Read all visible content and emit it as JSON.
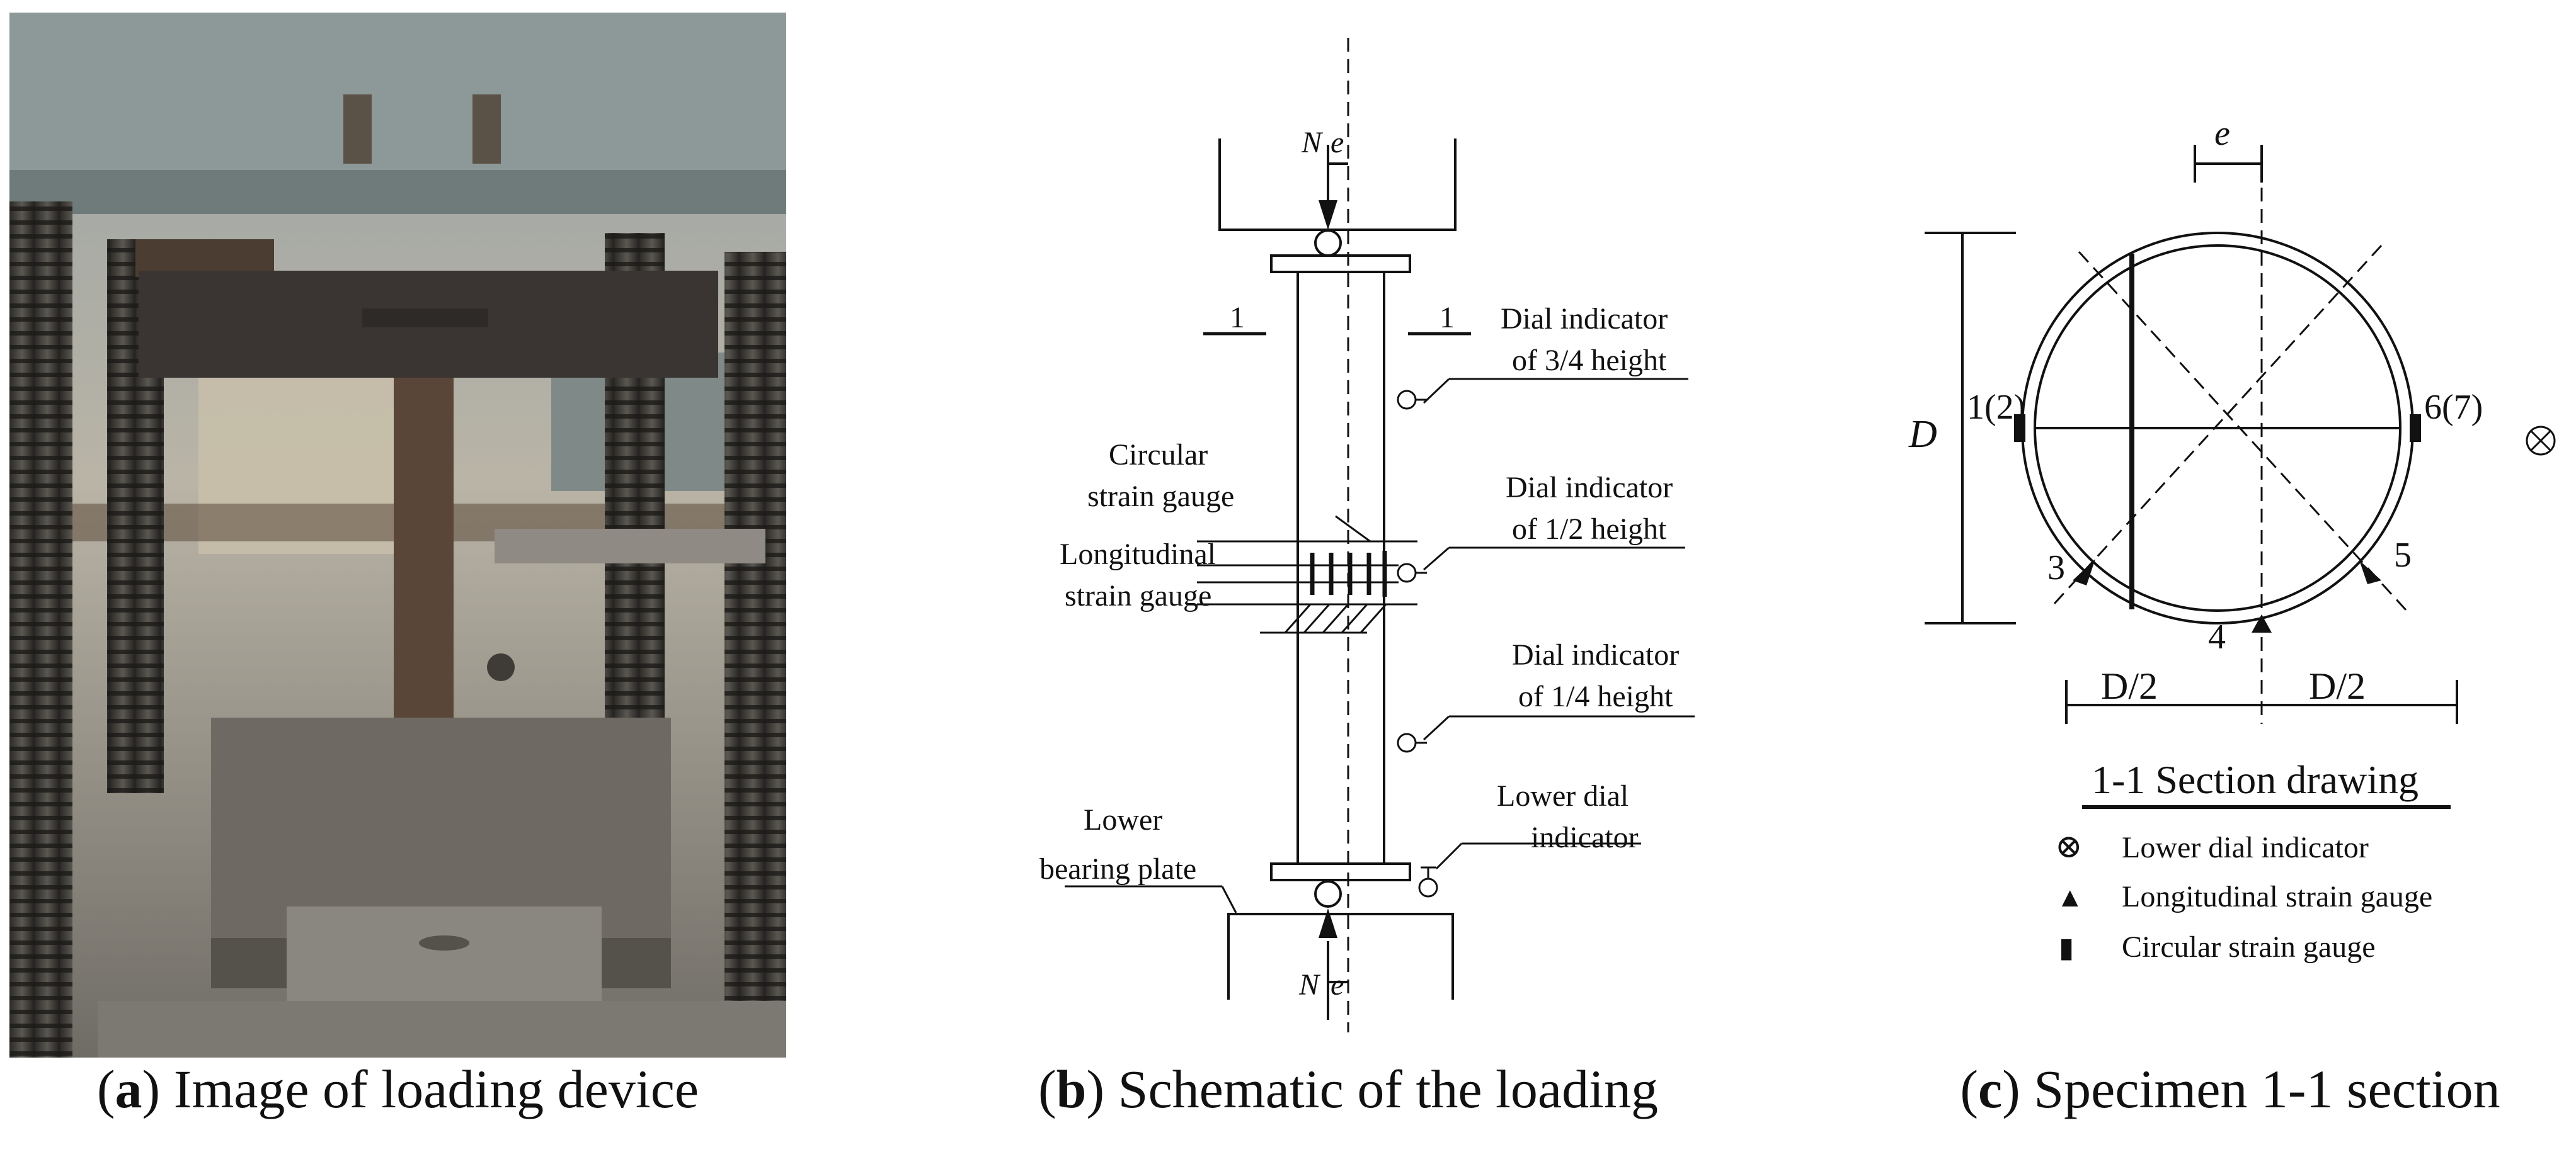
{
  "panel_a": {
    "caption_letter": "a",
    "caption_text": " Image of loading device"
  },
  "panel_b": {
    "caption_letter": "b",
    "caption_text": " Schematic of the loading",
    "load_top": "N",
    "ecc_top": "e",
    "load_bottom": "N",
    "ecc_bottom": "e",
    "section_mark_left": "1",
    "section_mark_right": "1",
    "dial_34_line1": "Dial indicator",
    "dial_34_line2": "of 3/4 height",
    "dial_12_line1": "Dial indicator",
    "dial_12_line2": "of 1/2 height",
    "dial_14_line1": "Dial indicator",
    "dial_14_line2": "of 1/4 height",
    "lower_dial_line1": "Lower dial",
    "lower_dial_line2": "indicator",
    "circ_gauge_line1": "Circular",
    "circ_gauge_line2": "strain gauge",
    "long_gauge_line1": "Longitudinal",
    "long_gauge_line2": "strain gauge",
    "lower_plate_line1": "Lower",
    "lower_plate_line2": "bearing plate"
  },
  "panel_c": {
    "caption_letter": "c",
    "caption_text": " Specimen 1-1 section",
    "ecc": "e",
    "diameter": "D",
    "half_left": "D/2",
    "half_right": "D/2",
    "pt_1": "1(2)",
    "pt_6": "6(7)",
    "pt_3": "3",
    "pt_4": "4",
    "pt_5": "5",
    "section_title": "1-1 Section drawing",
    "legend": [
      {
        "symbol": "⊗",
        "label": "Lower dial indicator"
      },
      {
        "symbol": "▲",
        "label": "Longitudinal strain gauge"
      },
      {
        "symbol": "▮",
        "label": "Circular strain gauge"
      }
    ]
  }
}
